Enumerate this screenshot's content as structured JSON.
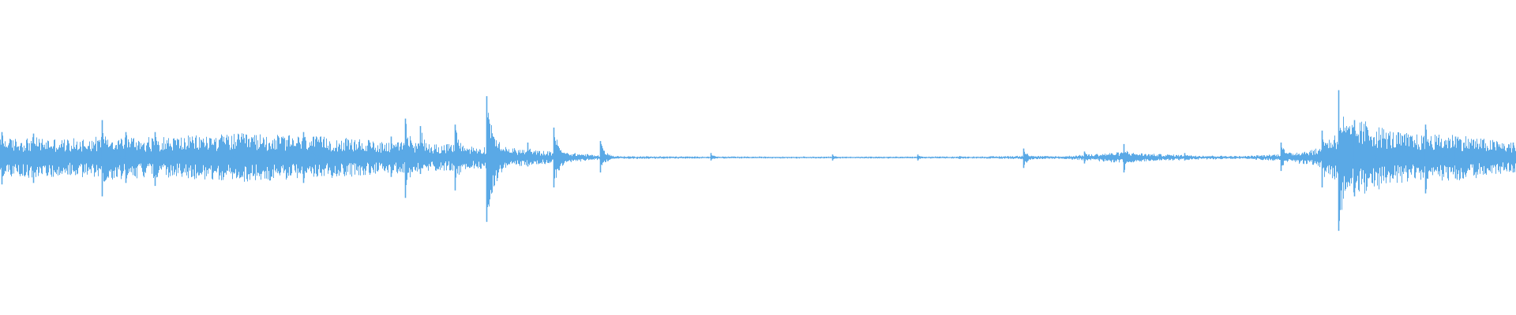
{
  "waveform": {
    "color": "#5aa9e6",
    "background": "#ffffff",
    "amplitude_profile": [
      {
        "t": 0.0,
        "a": 0.1
      },
      {
        "t": 0.02,
        "a": 0.11
      },
      {
        "t": 0.045,
        "a": 0.1
      },
      {
        "t": 0.07,
        "a": 0.12
      },
      {
        "t": 0.1,
        "a": 0.11
      },
      {
        "t": 0.13,
        "a": 0.12
      },
      {
        "t": 0.16,
        "a": 0.13
      },
      {
        "t": 0.19,
        "a": 0.12
      },
      {
        "t": 0.22,
        "a": 0.11
      },
      {
        "t": 0.25,
        "a": 0.09
      },
      {
        "t": 0.275,
        "a": 0.08
      },
      {
        "t": 0.3,
        "a": 0.07
      },
      {
        "t": 0.315,
        "a": 0.06
      },
      {
        "t": 0.33,
        "a": 0.06
      },
      {
        "t": 0.35,
        "a": 0.04
      },
      {
        "t": 0.37,
        "a": 0.03
      },
      {
        "t": 0.385,
        "a": 0.02
      },
      {
        "t": 0.4,
        "a": 0.008
      },
      {
        "t": 0.45,
        "a": 0.006
      },
      {
        "t": 0.5,
        "a": 0.005
      },
      {
        "t": 0.55,
        "a": 0.005
      },
      {
        "t": 0.6,
        "a": 0.005
      },
      {
        "t": 0.65,
        "a": 0.006
      },
      {
        "t": 0.675,
        "a": 0.01
      },
      {
        "t": 0.7,
        "a": 0.007
      },
      {
        "t": 0.74,
        "a": 0.03
      },
      {
        "t": 0.76,
        "a": 0.02
      },
      {
        "t": 0.79,
        "a": 0.012
      },
      {
        "t": 0.82,
        "a": 0.008
      },
      {
        "t": 0.845,
        "a": 0.02
      },
      {
        "t": 0.87,
        "a": 0.05
      },
      {
        "t": 0.885,
        "a": 0.18
      },
      {
        "t": 0.9,
        "a": 0.2
      },
      {
        "t": 0.92,
        "a": 0.14
      },
      {
        "t": 0.94,
        "a": 0.12
      },
      {
        "t": 0.96,
        "a": 0.13
      },
      {
        "t": 0.98,
        "a": 0.1
      },
      {
        "t": 1.0,
        "a": 0.08
      }
    ],
    "peaks": [
      {
        "t": 0.001,
        "up": 0.17,
        "down": 0.18
      },
      {
        "t": 0.022,
        "up": 0.16,
        "down": 0.17
      },
      {
        "t": 0.067,
        "up": 0.25,
        "down": 0.26
      },
      {
        "t": 0.083,
        "up": 0.17,
        "down": 0.17
      },
      {
        "t": 0.102,
        "up": 0.17,
        "down": 0.19
      },
      {
        "t": 0.145,
        "up": 0.12,
        "down": 0.12
      },
      {
        "t": 0.2,
        "up": 0.17,
        "down": 0.17
      },
      {
        "t": 0.244,
        "up": 0.1,
        "down": 0.09
      },
      {
        "t": 0.258,
        "up": 0.14,
        "down": 0.13
      },
      {
        "t": 0.267,
        "up": 0.26,
        "down": 0.27
      },
      {
        "t": 0.277,
        "up": 0.21,
        "down": 0.11
      },
      {
        "t": 0.3,
        "up": 0.22,
        "down": 0.22
      },
      {
        "t": 0.321,
        "up": 0.41,
        "down": 0.43
      },
      {
        "t": 0.348,
        "up": 0.1,
        "down": 0.06
      },
      {
        "t": 0.365,
        "up": 0.2,
        "down": 0.2
      },
      {
        "t": 0.396,
        "up": 0.11,
        "down": 0.1
      },
      {
        "t": 0.469,
        "up": 0.03,
        "down": 0.02
      },
      {
        "t": 0.549,
        "up": 0.02,
        "down": 0.02
      },
      {
        "t": 0.605,
        "up": 0.02,
        "down": 0.02
      },
      {
        "t": 0.633,
        "up": 0.01,
        "down": 0.01
      },
      {
        "t": 0.675,
        "up": 0.06,
        "down": 0.07
      },
      {
        "t": 0.715,
        "up": 0.04,
        "down": 0.04
      },
      {
        "t": 0.741,
        "up": 0.09,
        "down": 0.1
      },
      {
        "t": 0.781,
        "up": 0.03,
        "down": 0.02
      },
      {
        "t": 0.845,
        "up": 0.1,
        "down": 0.09
      },
      {
        "t": 0.872,
        "up": 0.18,
        "down": 0.2
      },
      {
        "t": 0.883,
        "up": 0.45,
        "down": 0.49
      },
      {
        "t": 0.893,
        "up": 0.25,
        "down": 0.26
      },
      {
        "t": 0.94,
        "up": 0.22,
        "down": 0.24
      },
      {
        "t": 0.96,
        "up": 0.14,
        "down": 0.14
      },
      {
        "t": 0.998,
        "up": 0.1,
        "down": 0.1
      }
    ]
  }
}
